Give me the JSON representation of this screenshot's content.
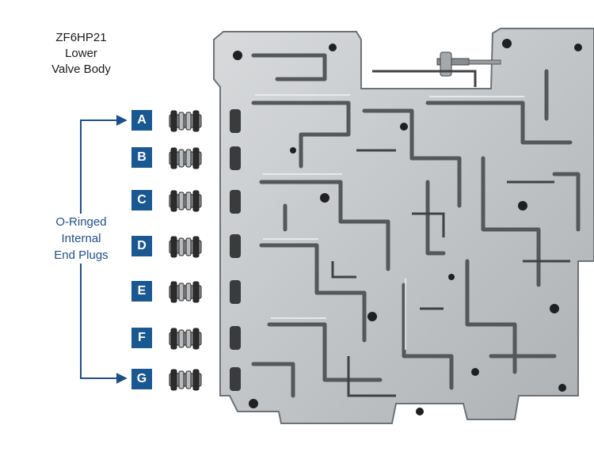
{
  "title": {
    "line1": "ZF6HP21",
    "line2": "Lower",
    "line3": "Valve Body"
  },
  "callout": {
    "line1": "O-Ringed",
    "line2": "Internal",
    "line3": "End Plugs"
  },
  "badges": [
    {
      "letter": "A"
    },
    {
      "letter": "B"
    },
    {
      "letter": "C"
    },
    {
      "letter": "D"
    },
    {
      "letter": "E"
    },
    {
      "letter": "F"
    },
    {
      "letter": "G"
    }
  ],
  "colors": {
    "badge": "#1a5892",
    "arrow": "#1f4f8a",
    "casting": "#c9cbcd"
  },
  "icons": {
    "plug": "end-plug-icon",
    "arrow": "arrow-right-icon"
  }
}
